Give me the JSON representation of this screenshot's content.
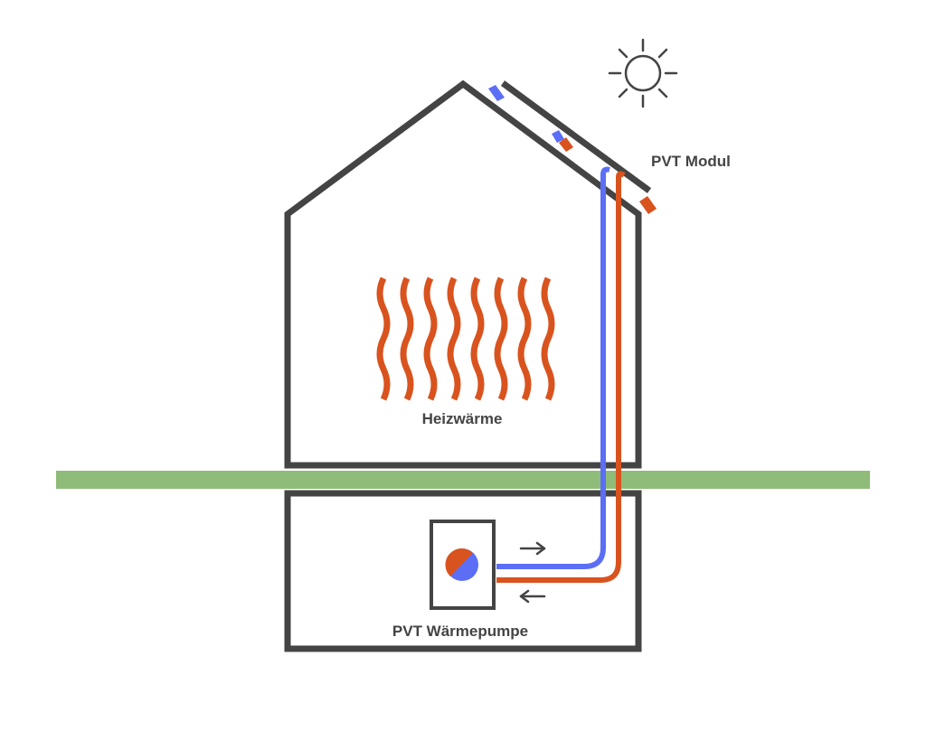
{
  "labels": {
    "pvt_module": "PVT Modul",
    "heating": "Heizwärme",
    "heat_pump": "PVT Wärmepumpe"
  },
  "colors": {
    "outline": "#444444",
    "cold": "#5b6ef5",
    "hot": "#d9531e",
    "ground": "#8fbc78",
    "text": "#444444",
    "background": "#ffffff"
  },
  "icons": [
    "sun-icon",
    "arrow-right-icon",
    "arrow-left-icon",
    "heat-pump-icon"
  ],
  "flow": {
    "to_module": "cold",
    "from_module": "hot"
  }
}
